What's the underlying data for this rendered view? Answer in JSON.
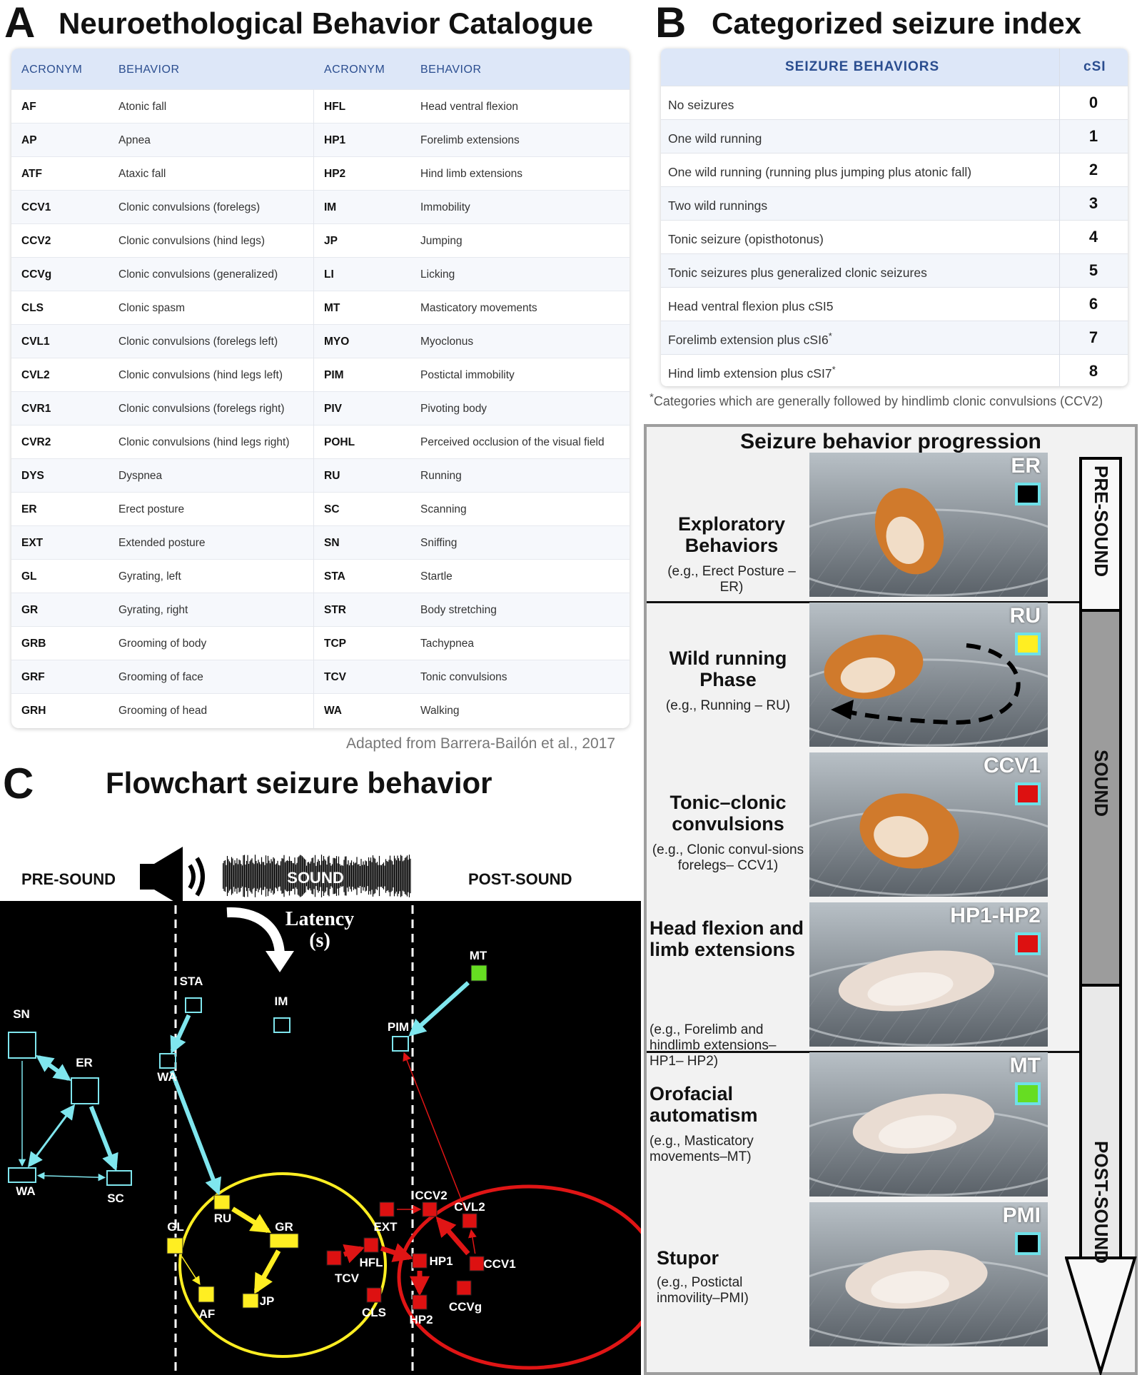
{
  "panelA": {
    "letter": "A",
    "title": "Neuroethological Behavior Catalogue",
    "headers": [
      "ACRONYM",
      "BEHAVIOR",
      "ACRONYM",
      "BEHAVIOR"
    ],
    "rows": [
      [
        "AF",
        "Atonic fall",
        "HFL",
        "Head ventral flexion"
      ],
      [
        "AP",
        "Apnea",
        "HP1",
        "Forelimb extensions"
      ],
      [
        "ATF",
        "Ataxic fall",
        "HP2",
        "Hind limb extensions"
      ],
      [
        "CCV1",
        "Clonic convulsions (forelegs)",
        "IM",
        "Immobility"
      ],
      [
        "CCV2",
        "Clonic convulsions (hind legs)",
        "JP",
        "Jumping"
      ],
      [
        "CCVg",
        "Clonic convulsions (generalized)",
        "LI",
        "Licking"
      ],
      [
        "CLS",
        "Clonic spasm",
        "MT",
        "Masticatory movements"
      ],
      [
        "CVL1",
        "Clonic convulsions (forelegs left)",
        "MYO",
        "Myoclonus"
      ],
      [
        "CVL2",
        "Clonic convulsions (hind legs left)",
        "PIM",
        "Postictal immobility"
      ],
      [
        "CVR1",
        "Clonic convulsions (forelegs right)",
        "PIV",
        "Pivoting body"
      ],
      [
        "CVR2",
        "Clonic convulsions (hind legs right)",
        "POHL",
        "Perceived occlusion of the visual field"
      ],
      [
        "DYS",
        "Dyspnea",
        "RU",
        "Running"
      ],
      [
        "ER",
        "Erect posture",
        "SC",
        "Scanning"
      ],
      [
        "EXT",
        "Extended posture",
        "SN",
        "Sniffing"
      ],
      [
        "GL",
        "Gyrating, left",
        "STA",
        "Startle"
      ],
      [
        "GR",
        "Gyrating, right",
        "STR",
        "Body stretching"
      ],
      [
        "GRB",
        "Grooming of body",
        "TCP",
        "Tachypnea"
      ],
      [
        "GRF",
        "Grooming of face",
        "TCV",
        "Tonic convulsions"
      ],
      [
        "GRH",
        "Grooming of head",
        "WA",
        "Walking"
      ]
    ],
    "credit": "Adapted from Barrera-Bailón et al., 2017"
  },
  "panelB": {
    "letter": "B",
    "title": "Categorized seizure index",
    "headers": [
      "SEIZURE BEHAVIORS",
      "cSI"
    ],
    "rows": [
      {
        "behavior": "No seizures",
        "star": "",
        "csi": "0"
      },
      {
        "behavior": "One wild running",
        "star": "",
        "csi": "1"
      },
      {
        "behavior": "One wild running (running plus jumping plus atonic fall)",
        "star": "",
        "csi": "2"
      },
      {
        "behavior": "Two wild runnings",
        "star": "",
        "csi": "3"
      },
      {
        "behavior": "Tonic seizure (opisthotonus)",
        "star": "",
        "csi": "4"
      },
      {
        "behavior": "Tonic seizures plus generalized clonic seizures",
        "star": "",
        "csi": "5"
      },
      {
        "behavior": "Head ventral flexion plus cSI5",
        "star": "",
        "csi": "6"
      },
      {
        "behavior": "Forelimb extension plus cSI6",
        "star": "*",
        "csi": "7"
      },
      {
        "behavior": "Hind limb extension plus cSI7",
        "star": "*",
        "csi": "8"
      }
    ],
    "footnote_star": "*",
    "footnote": "Categories which are generally followed by hindlimb clonic convulsions (CCV2)"
  },
  "progression": {
    "title": "Seizure behavior progression",
    "phases": [
      "PRE-SOUND",
      "SOUND",
      "POST-SOUND"
    ],
    "stages": [
      {
        "title": "Exploratory Behaviors",
        "sub": "(e.g., Erect Posture – ER)",
        "code": "ER",
        "color": "#000000"
      },
      {
        "title": "Wild running Phase",
        "sub": "(e.g., Running – RU)",
        "code": "RU",
        "color": "#ffee22"
      },
      {
        "title": "Tonic–clonic convulsions",
        "sub": "(e.g., Clonic convul-sions forelegs– CCV1)",
        "code": "CCV1",
        "color": "#dd1111"
      },
      {
        "title": "Head flexion and limb extensions",
        "sub": "(e.g., Forelimb and hindlimb extensions– HP1– HP2)",
        "code": "HP1-HP2",
        "color": "#dd1111"
      },
      {
        "title": "Orofacial automatism",
        "sub": "(e.g., Masticatory movements–MT)",
        "code": "MT",
        "color": "#66dd22"
      },
      {
        "title": "Stupor",
        "sub": "(e.g., Postictal inmovility–PMI)",
        "code": "PMI",
        "color": "#000000"
      }
    ]
  },
  "panelC": {
    "letter": "C",
    "title": "Flowchart seizure behavior",
    "sections": [
      "PRE-SOUND",
      "SOUND",
      "POST-SOUND"
    ],
    "latency": "Latency (s)",
    "colors": {
      "pre": "#000000",
      "wild": "#ffee22",
      "tonic": "#dd1111",
      "post": "#66dd22",
      "arrow": "#7fe6ee"
    },
    "nodes": [
      {
        "id": "SN",
        "label": "SN",
        "type": "pre"
      },
      {
        "id": "ER",
        "label": "ER",
        "type": "pre"
      },
      {
        "id": "WA0",
        "label": "WA",
        "type": "pre"
      },
      {
        "id": "SC",
        "label": "SC",
        "type": "pre"
      },
      {
        "id": "STA",
        "label": "STA",
        "type": "pre"
      },
      {
        "id": "IM",
        "label": "IM",
        "type": "pre"
      },
      {
        "id": "WA1",
        "label": "WA",
        "type": "pre"
      },
      {
        "id": "RU",
        "label": "RU",
        "type": "wild"
      },
      {
        "id": "GL",
        "label": "GL",
        "type": "wild"
      },
      {
        "id": "GR",
        "label": "GR",
        "type": "wild"
      },
      {
        "id": "AF",
        "label": "AF",
        "type": "wild"
      },
      {
        "id": "JP",
        "label": "JP",
        "type": "wild"
      },
      {
        "id": "MT",
        "label": "MT",
        "type": "post"
      },
      {
        "id": "PIM",
        "label": "PIM",
        "type": "pre"
      },
      {
        "id": "EXT",
        "label": "EXT",
        "type": "tonic"
      },
      {
        "id": "CCV2",
        "label": "CCV2",
        "type": "tonic"
      },
      {
        "id": "CVL2",
        "label": "CVL2",
        "type": "tonic"
      },
      {
        "id": "TCV",
        "label": "TCV",
        "type": "tonic"
      },
      {
        "id": "HFL",
        "label": "HFL",
        "type": "tonic"
      },
      {
        "id": "HP1",
        "label": "HP1",
        "type": "tonic"
      },
      {
        "id": "CCV1",
        "label": "CCV1",
        "type": "tonic"
      },
      {
        "id": "CLS",
        "label": "CLS",
        "type": "tonic"
      },
      {
        "id": "HP2",
        "label": "HP2",
        "type": "tonic"
      },
      {
        "id": "CCVg",
        "label": "CCVg",
        "type": "tonic"
      }
    ],
    "edges": [
      {
        "from": "SN",
        "to": "ER",
        "style": "cyan-thick",
        "both": true
      },
      {
        "from": "SN",
        "to": "WA0",
        "style": "cyan-thin"
      },
      {
        "from": "ER",
        "to": "WA0",
        "style": "cyan-med",
        "both": true
      },
      {
        "from": "ER",
        "to": "SC",
        "style": "cyan-thick"
      },
      {
        "from": "WA0",
        "to": "SC",
        "style": "cyan-thin",
        "both": true
      },
      {
        "from": "STA",
        "to": "WA1",
        "style": "cyan-thick"
      },
      {
        "from": "WA1",
        "to": "RU",
        "style": "cyan-thick"
      },
      {
        "from": "RU",
        "to": "GR",
        "style": "yellow-thick"
      },
      {
        "from": "GR",
        "to": "JP",
        "style": "yellow-thick"
      },
      {
        "from": "GL",
        "to": "AF",
        "style": "yellow-thin"
      },
      {
        "from": "MT",
        "to": "PIM",
        "style": "cyan-thick"
      },
      {
        "from": "CVL2",
        "to": "PIM",
        "style": "red-thin"
      },
      {
        "from": "EXT",
        "to": "CCV2",
        "style": "red-thin"
      },
      {
        "from": "CCV1",
        "to": "CCV2",
        "style": "red-thick"
      },
      {
        "from": "CCV1",
        "to": "CVL2",
        "style": "red-thin"
      },
      {
        "from": "TCV",
        "to": "HFL",
        "style": "red-thick"
      },
      {
        "from": "HFL",
        "to": "HP1",
        "style": "red-thick"
      },
      {
        "from": "HP1",
        "to": "HP2",
        "style": "red-thick"
      }
    ]
  }
}
